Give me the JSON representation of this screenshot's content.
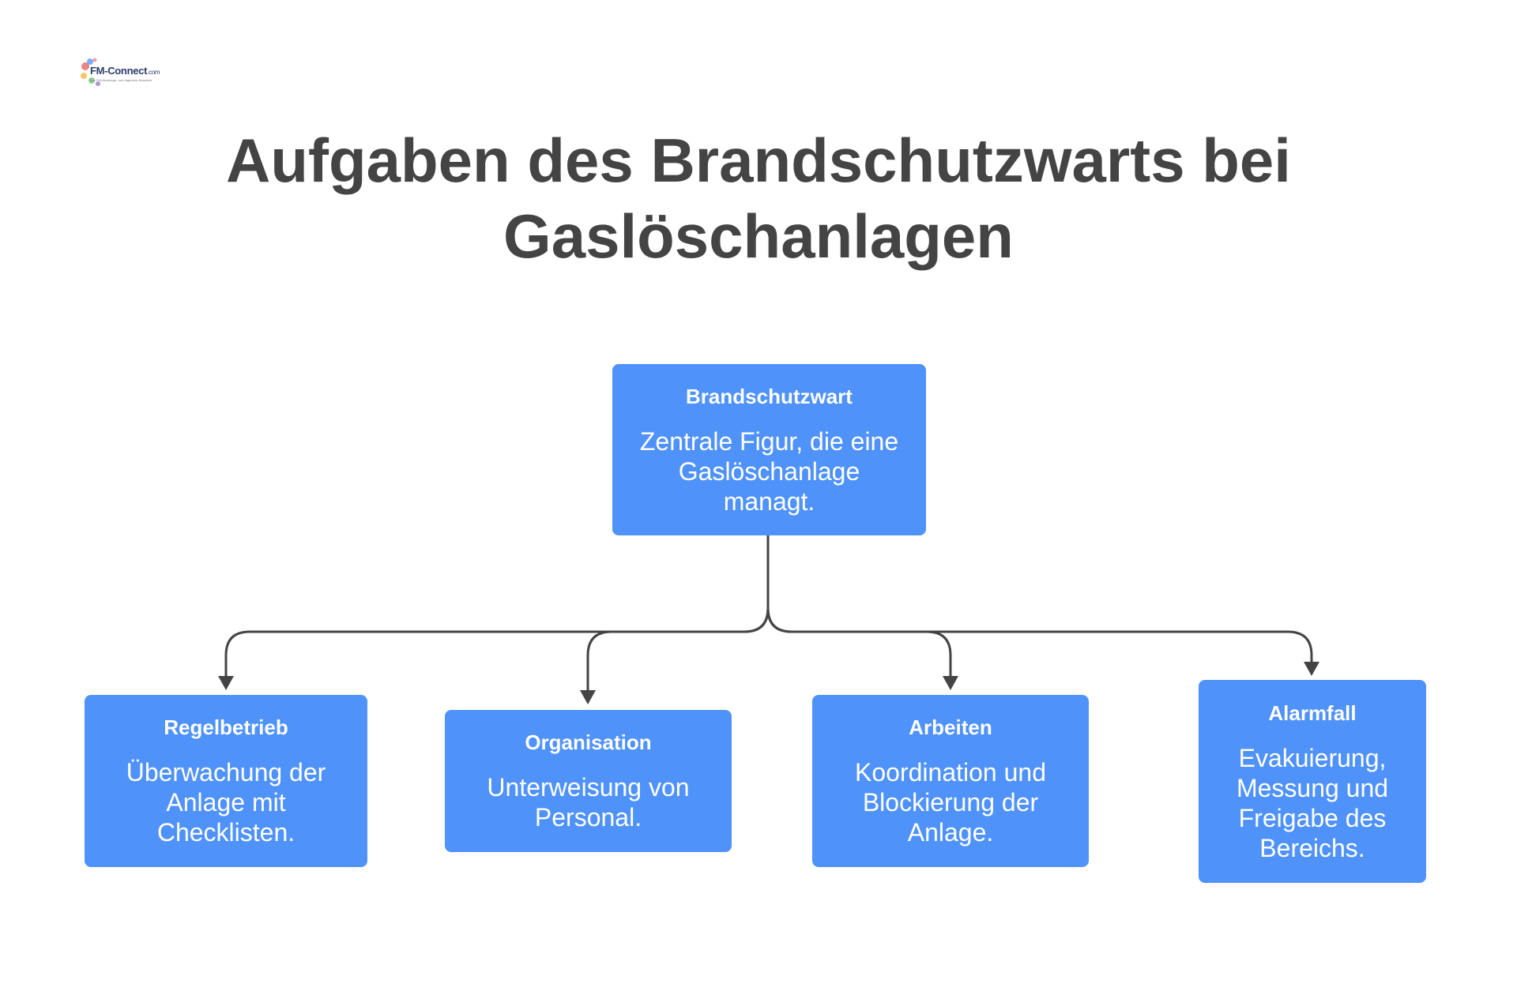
{
  "logo": {
    "brand": "FM-Connect",
    "suffix": ".com",
    "tagline": "Ihre FM-Beratungs- und Ingenieur-Netzwerk",
    "colors": [
      "#e25b5b",
      "#4f92fa",
      "#f0b43c",
      "#6cc070",
      "#9b6fd1"
    ]
  },
  "title": {
    "line1": "Aufgaben des Brandschutzwarts bei",
    "line2": "Gaslöschanlagen"
  },
  "colors": {
    "box": "#4f92fa",
    "text_on_box": "#ffffff",
    "title": "#444444",
    "connector": "#444444"
  },
  "root": {
    "heading": "Brandschutzwart",
    "text": "Zentrale Figur, die eine Gaslöschanlage managt."
  },
  "children": [
    {
      "heading": "Regelbetrieb",
      "text": "Überwachung der Anlage mit Checklisten."
    },
    {
      "heading": "Organisation",
      "text": "Unterweisung von Personal."
    },
    {
      "heading": "Arbeiten",
      "text": "Koordination und Blockierung der Anlage."
    },
    {
      "heading": "Alarmfall",
      "text": "Evakuierung, Messung und Freigabe des Bereichs."
    }
  ]
}
